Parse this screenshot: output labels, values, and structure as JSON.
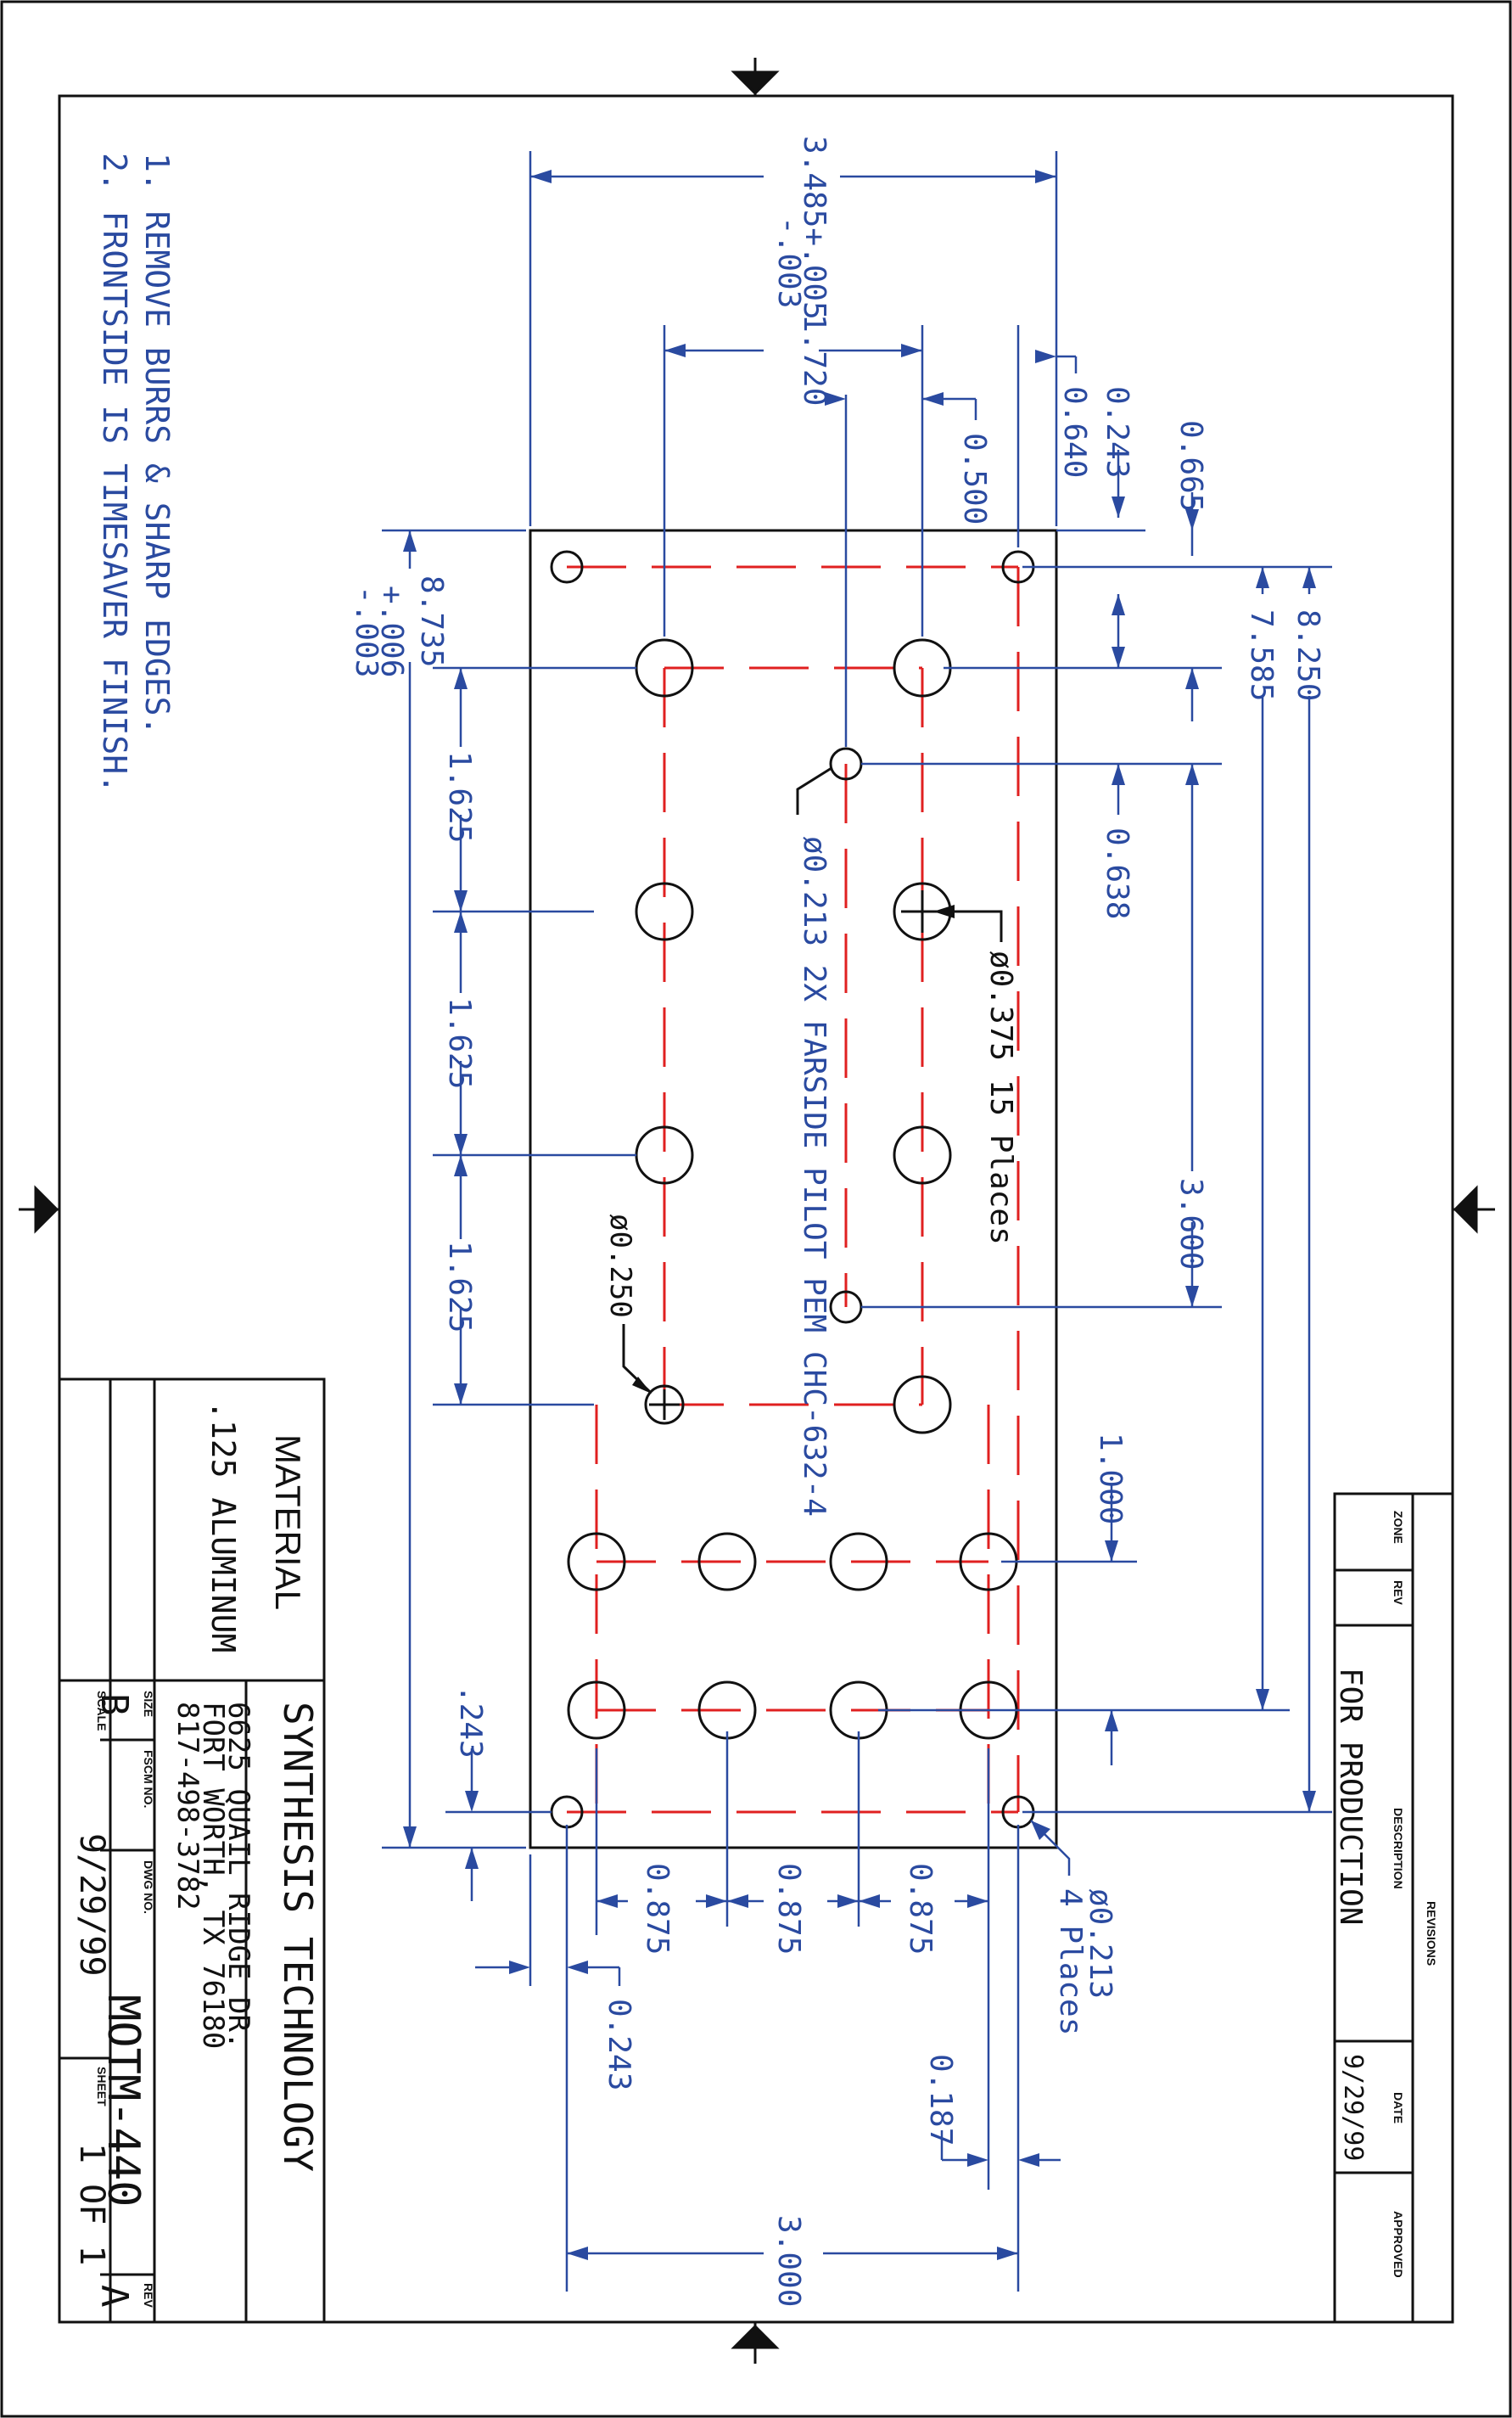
{
  "notes": {
    "line1": "1. REMOVE BURRS & SHARP EDGES.",
    "line2": "2. FRONTSIDE IS TIMESAVER FINISH."
  },
  "dimensions": {
    "width_overall": "3.485+.005",
    "width_overall_tol": "-.003",
    "d_1_720": "1.720",
    "d_0_640": "0.640",
    "d_0_500": "0.500",
    "d_0_243_top": "0.243",
    "d_0_665": "0.665",
    "d_8_250": "8.250",
    "d_7_585": "7.585",
    "d_0_638": "0.638",
    "d_3_600": "3.600",
    "d_1_000": "1.000",
    "length_overall": "8.735",
    "length_tol_plus": "+.006",
    "length_tol_minus": "-.003",
    "d_1_625_a": "1.625",
    "d_1_625_b": "1.625",
    "d_1_625_c": "1.625",
    "d_243_left": ".243",
    "d_0_875_a": "0.875",
    "d_0_875_b": "0.875",
    "d_0_875_c": "0.875",
    "d_0_243_bottom": "0.243",
    "d_0_187": "0.187",
    "d_3_000": "3.000"
  },
  "callouts": {
    "pem": "ø0.213 2X FARSIDE PILOT PEM CHC-632-4",
    "holes_375": "ø0.375 15 Places",
    "hole_250": "ø0.250",
    "corner_holes_1": "ø0.213",
    "corner_holes_2": "4 Places"
  },
  "material": {
    "title": "MATERIAL",
    "value": ".125 ALUMINUM"
  },
  "title_block": {
    "company": "SYNTHESIS TECHNOLOGY",
    "address1": "6625 QUAIL RIDGE DR.",
    "address2": "FORT WORTH, TX 76180",
    "phone": "817-498-3782",
    "size_label": "SIZE",
    "size_value": "B",
    "fscm_label": "FSCM NO.",
    "dwg_label": "DWG NO.",
    "dwg_value": "MOTM-440",
    "rev_label": "REV",
    "rev_value": "A",
    "scale_label": "SCALE",
    "date": "9/29/99",
    "sheet_label": "SHEET",
    "sheet_value": "1 OF 1"
  },
  "revisions": {
    "title": "REVISIONS",
    "zone_label": "ZONE",
    "rev_label": "REV",
    "description_label": "DESCRIPTION",
    "date_label": "DATE",
    "approved_label": "APPROVED",
    "description_value": "FOR PRODUCTION",
    "date_value": "9/29/99"
  },
  "colors": {
    "dimension": "#2a4aa0",
    "centerline": "#e02020",
    "outline": "#111111"
  }
}
